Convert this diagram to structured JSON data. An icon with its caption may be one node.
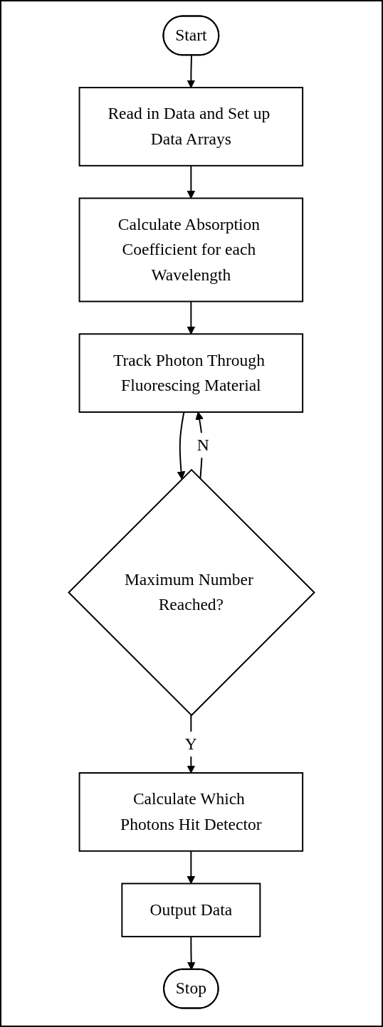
{
  "diagram": {
    "nodes": [
      {
        "text": [
          "Start"
        ]
      },
      {
        "text": [
          "Read in Data and Set up Data Arrays"
        ]
      },
      {
        "text": [
          "Calculate Absorption Coefficient for each Wavelength"
        ]
      },
      {
        "text": [
          "Track Photon Through Fluorescing Material"
        ]
      },
      {
        "text": [
          "Maximum Number Reached?"
        ]
      },
      {
        "text": [
          "Calculate Which Photons Hit Detector"
        ]
      },
      {
        "text": [
          "Output Data"
        ]
      },
      {
        "text": [
          "Stop"
        ]
      }
    ],
    "edges": [
      {
        "from": 0,
        "to": 1,
        "arrow": "to"
      },
      {
        "from": 1,
        "to": 2,
        "arrow": "to"
      },
      {
        "from": 2,
        "to": 3,
        "arrow": "to"
      },
      {
        "from": 3,
        "to": 4,
        "arrow": "to"
      },
      {
        "from": 4,
        "to": 3,
        "arrow": "to",
        "label": "N"
      },
      {
        "from": 4,
        "to": 5,
        "arrow": "to",
        "label": "Y"
      },
      {
        "from": 5,
        "to": 6,
        "arrow": "to"
      },
      {
        "from": 6,
        "to": 7,
        "arrow": "to"
      }
    ]
  }
}
